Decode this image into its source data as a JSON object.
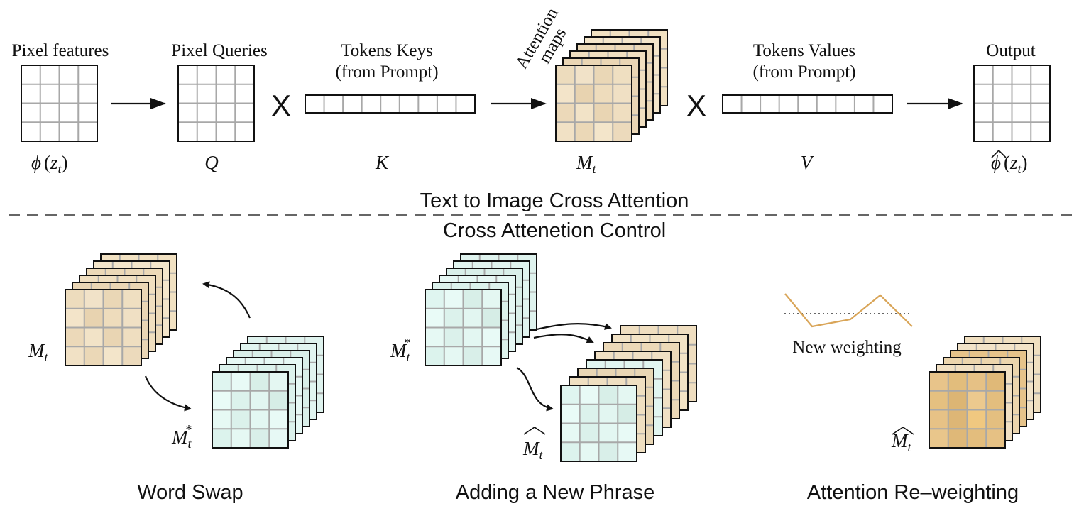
{
  "top": {
    "labels": {
      "pixel_features": "Pixel features",
      "pixel_queries": "Pixel Queries",
      "tokens_keys_line1": "Tokens Keys",
      "tokens_keys_line2": "(from Prompt)",
      "attention_line1": "Attention",
      "attention_line2": "maps",
      "tokens_values_line1": "Tokens Values",
      "tokens_values_line2": "(from Prompt)",
      "output": "Output"
    },
    "symbols": {
      "phi": "ϕ",
      "z": "z",
      "t": "t",
      "Q": "Q",
      "K": "K",
      "M": "M",
      "V": "V",
      "times": "X"
    }
  },
  "section": {
    "top_title": "Text to Image Cross Attention",
    "bottom_title": "Cross Attenetion Control"
  },
  "bottom": {
    "word_swap": "Word Swap",
    "adding_phrase": "Adding a New Phrase",
    "reweighting": "Attention Re–weighting",
    "new_weighting": "New weighting",
    "star": "*",
    "hat": "ˆ"
  },
  "colors": {
    "warm_map": "#f0dfc0",
    "cool_map": "#dff4ef",
    "grid": "#a8a8a8",
    "weight_curve": "#d9a558"
  }
}
